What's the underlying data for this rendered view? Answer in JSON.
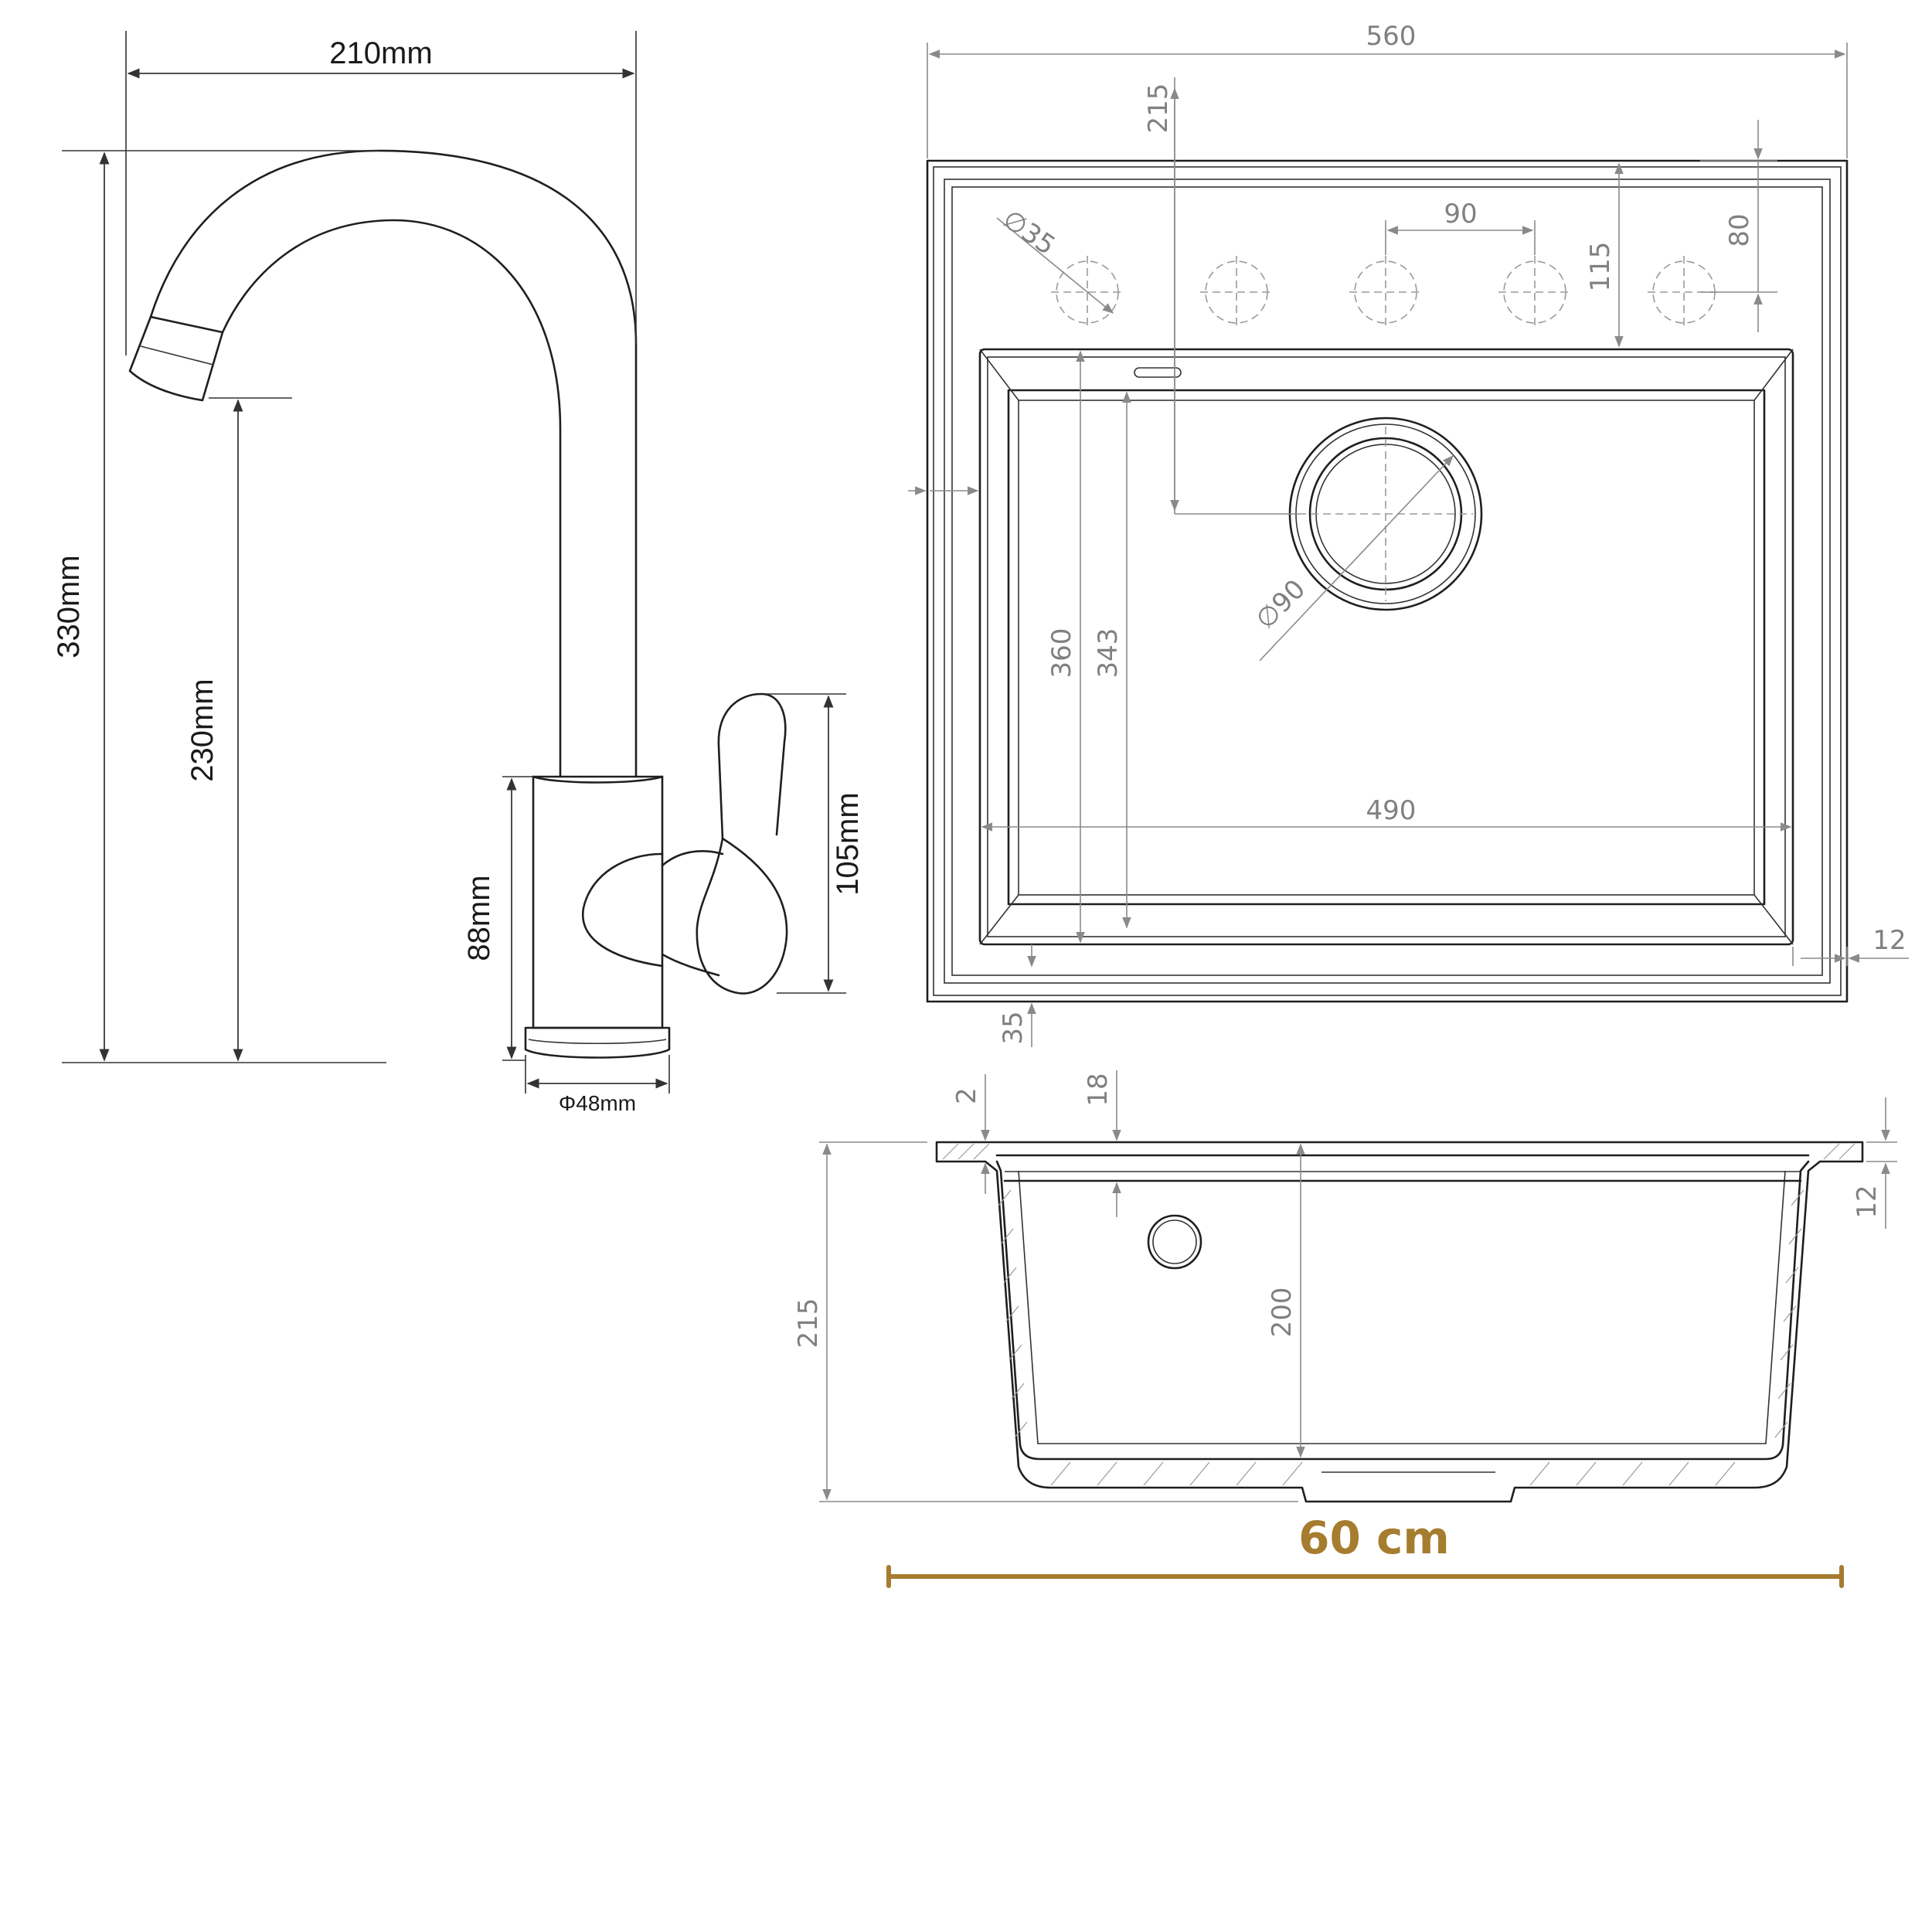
{
  "faucet": {
    "width": "210mm",
    "height_total": "330mm",
    "height_spout": "230mm",
    "base_height": "88mm",
    "handle_height": "105mm",
    "base_diameter": "Φ48mm"
  },
  "sink_top": {
    "width": "560",
    "tap_offset": "215",
    "tap_hole_diameter": "∅35",
    "tap_spacing": "90",
    "tap_row_offset": "115",
    "tap_edge_offset": "80",
    "bowl_width": "490",
    "bowl_length": "360",
    "bowl_inner_length": "343",
    "drain_diameter": "∅90",
    "rim_side": "12",
    "rim_front": "35"
  },
  "sink_section": {
    "rim_thickness": "2",
    "overflow_offset": "18",
    "total_depth": "215",
    "bowl_depth": "200",
    "flange": "12"
  },
  "scale": {
    "label": "60 cm"
  },
  "colors": {
    "line": "#1f1f1f",
    "dimension_gray": "#8a8a8a",
    "accent_gold": "#a67c2e"
  }
}
